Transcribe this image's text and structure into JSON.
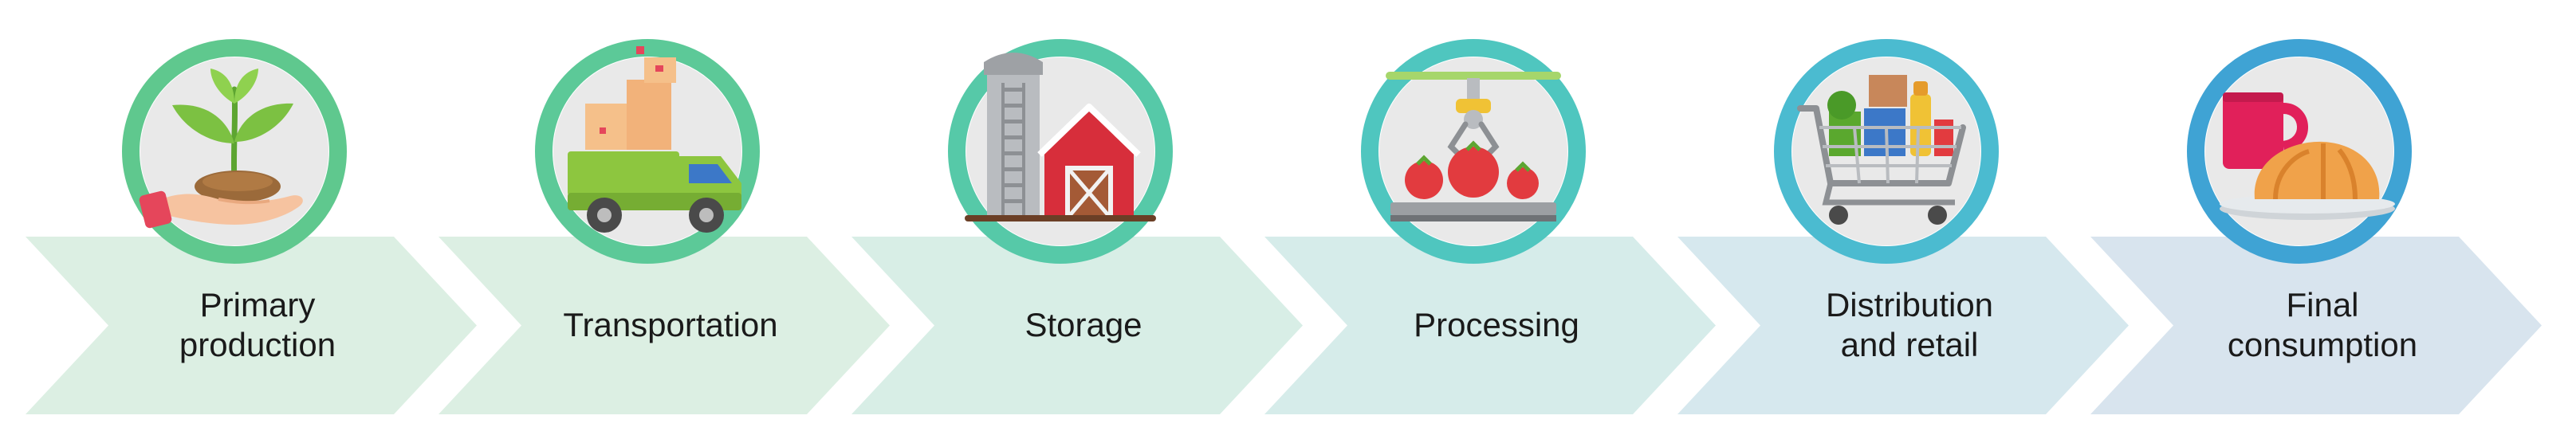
{
  "diagram": {
    "stages": [
      {
        "id": "primary-production",
        "label_lines": [
          "Primary",
          "production"
        ],
        "icon": "seedling-in-hand-icon",
        "arrow_color": "#dcefe3",
        "ring_color": "#5fc88e"
      },
      {
        "id": "transportation",
        "label_lines": [
          "Transportation"
        ],
        "icon": "delivery-truck-icon",
        "arrow_color": "#dcefe3",
        "ring_color": "#5cc998"
      },
      {
        "id": "storage",
        "label_lines": [
          "Storage"
        ],
        "icon": "silo-and-barn-icon",
        "arrow_color": "#d8eee6",
        "ring_color": "#56c9a8"
      },
      {
        "id": "processing",
        "label_lines": [
          "Processing"
        ],
        "icon": "robotic-arm-tomatoes-icon",
        "arrow_color": "#d6ecea",
        "ring_color": "#4fc6bf"
      },
      {
        "id": "distribution-and-retail",
        "label_lines": [
          "Distribution",
          "and  retail"
        ],
        "icon": "shopping-cart-icon",
        "arrow_color": "#d6e8ee",
        "ring_color": "#4bbbd0"
      },
      {
        "id": "final-consumption",
        "label_lines": [
          "Final",
          "consumption"
        ],
        "icon": "mug-and-croissant-icon",
        "arrow_color": "#d8e4ee",
        "ring_color": "#3fa3d4"
      }
    ]
  }
}
